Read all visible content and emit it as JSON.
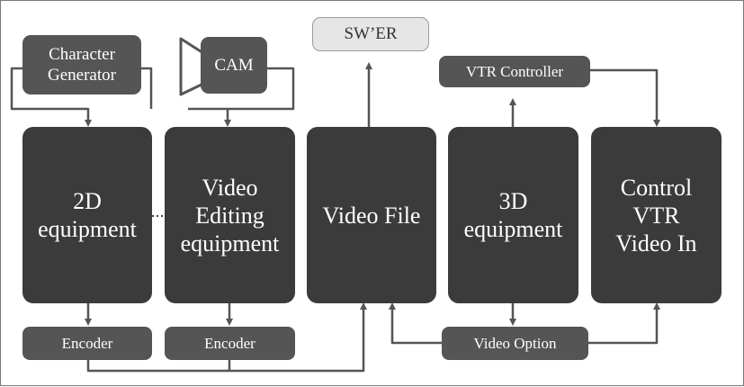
{
  "nodes": {
    "character_generator": "Character\nGenerator",
    "cam": "CAM",
    "swer": "SW’ER",
    "vtr_controller": "VTR Controller",
    "equipment_2d": "2D\nequipment",
    "video_editing": "Video\nEditing\nequipment",
    "video_file": "Video File",
    "equipment_3d": "3D\nequipment",
    "control_vtr": "Control\nVTR\nVideo In",
    "encoder_1": "Encoder",
    "encoder_2": "Encoder",
    "video_option": "Video Option"
  },
  "colors": {
    "box_dark": "#3b3b3b",
    "box_medium": "#555555",
    "box_light": "#e6e6e6",
    "line": "#555555"
  }
}
